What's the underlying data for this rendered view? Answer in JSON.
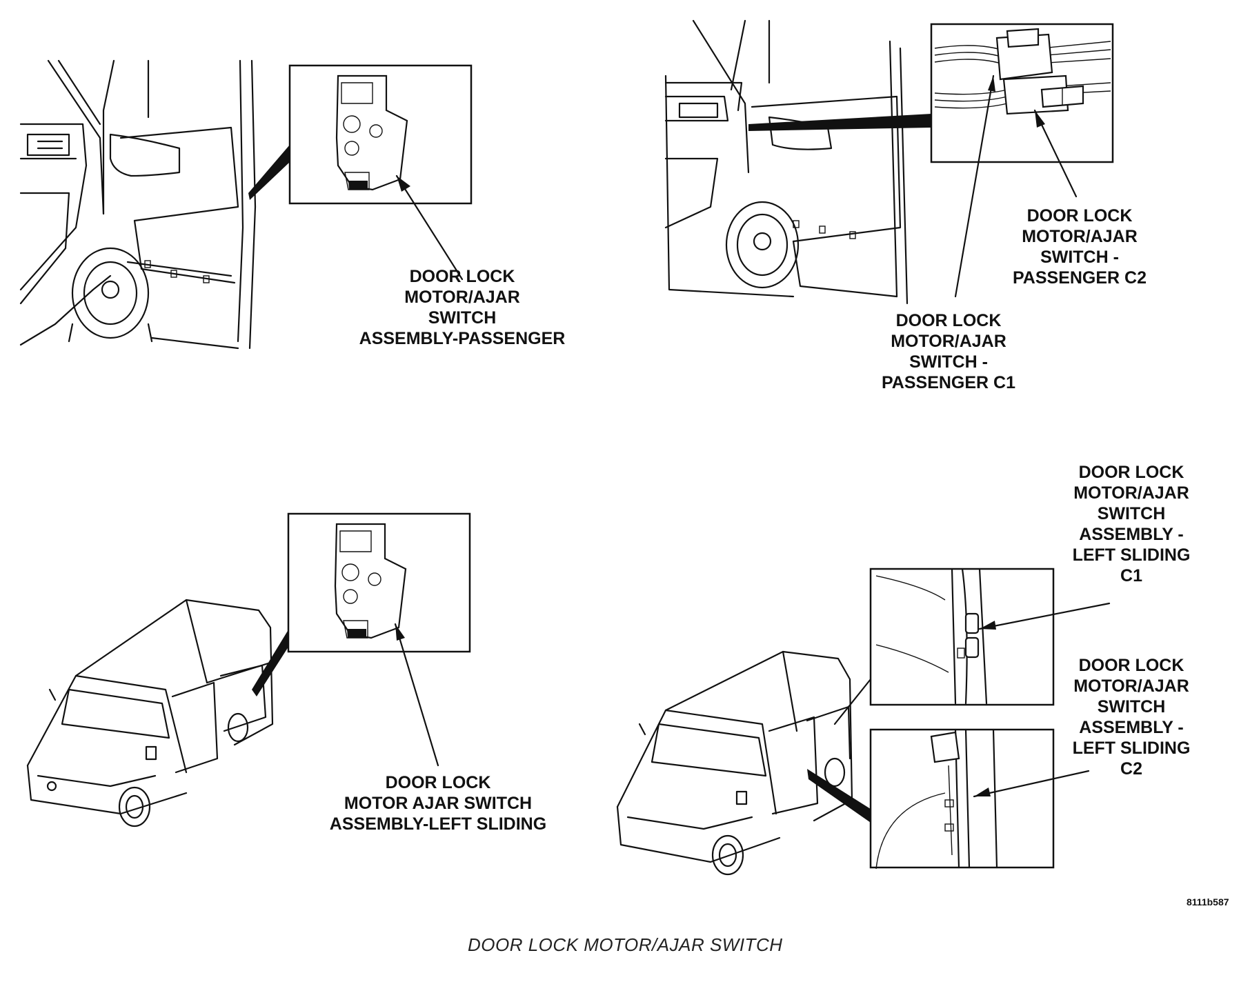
{
  "figure": {
    "reference_id": "8111b587",
    "caption": "DOOR LOCK MOTOR/AJAR SWITCH"
  },
  "callouts": {
    "passenger_assembly": [
      "DOOR LOCK",
      "MOTOR/AJAR",
      "SWITCH",
      "ASSEMBLY-PASSENGER"
    ],
    "passenger_c2": [
      "DOOR LOCK",
      "MOTOR/AJAR",
      "SWITCH -",
      "PASSENGER C2"
    ],
    "passenger_c1": [
      "DOOR LOCK",
      "MOTOR/AJAR",
      "SWITCH -",
      "PASSENGER C1"
    ],
    "left_sliding_assembly": [
      "DOOR LOCK",
      "MOTOR AJAR SWITCH",
      "ASSEMBLY-LEFT SLIDING"
    ],
    "left_sliding_c1": [
      "DOOR LOCK",
      "MOTOR/AJAR",
      "SWITCH",
      "ASSEMBLY -",
      "LEFT SLIDING",
      "C1"
    ],
    "left_sliding_c2": [
      "DOOR LOCK",
      "MOTOR/AJAR",
      "SWITCH",
      "ASSEMBLY -",
      "LEFT SLIDING",
      "C2"
    ]
  }
}
